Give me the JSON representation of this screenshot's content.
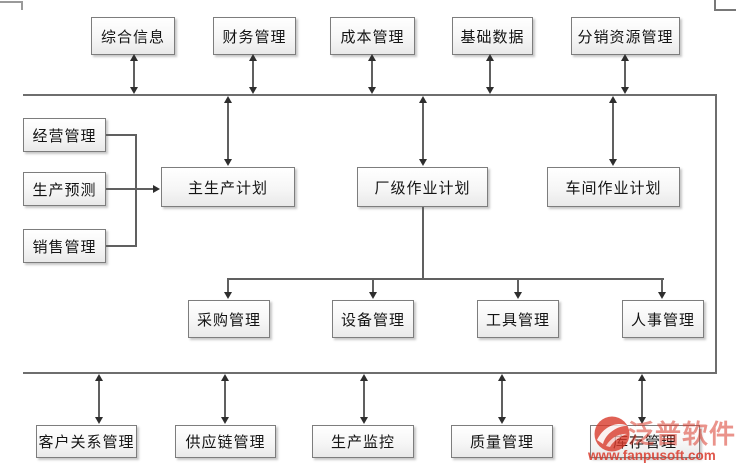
{
  "diagram": {
    "top_row": [
      "综合信息",
      "财务管理",
      "成本管理",
      "基础数据",
      "分销资源管理"
    ],
    "left_column": [
      "经营管理",
      "生产预测",
      "销售管理"
    ],
    "plan_row": [
      "主生产计划",
      "厂级作业计划",
      "车间作业计划"
    ],
    "support_row": [
      "采购管理",
      "设备管理",
      "工具管理",
      "人事管理"
    ],
    "bottom_row": [
      "客户关系管理",
      "供应链管理",
      "生产监控",
      "质量管理",
      "库存管理"
    ]
  },
  "watermark": {
    "brand": "泛普软件",
    "url": "www.fanpusoft.com",
    "brand_color": "#d93a2b"
  }
}
